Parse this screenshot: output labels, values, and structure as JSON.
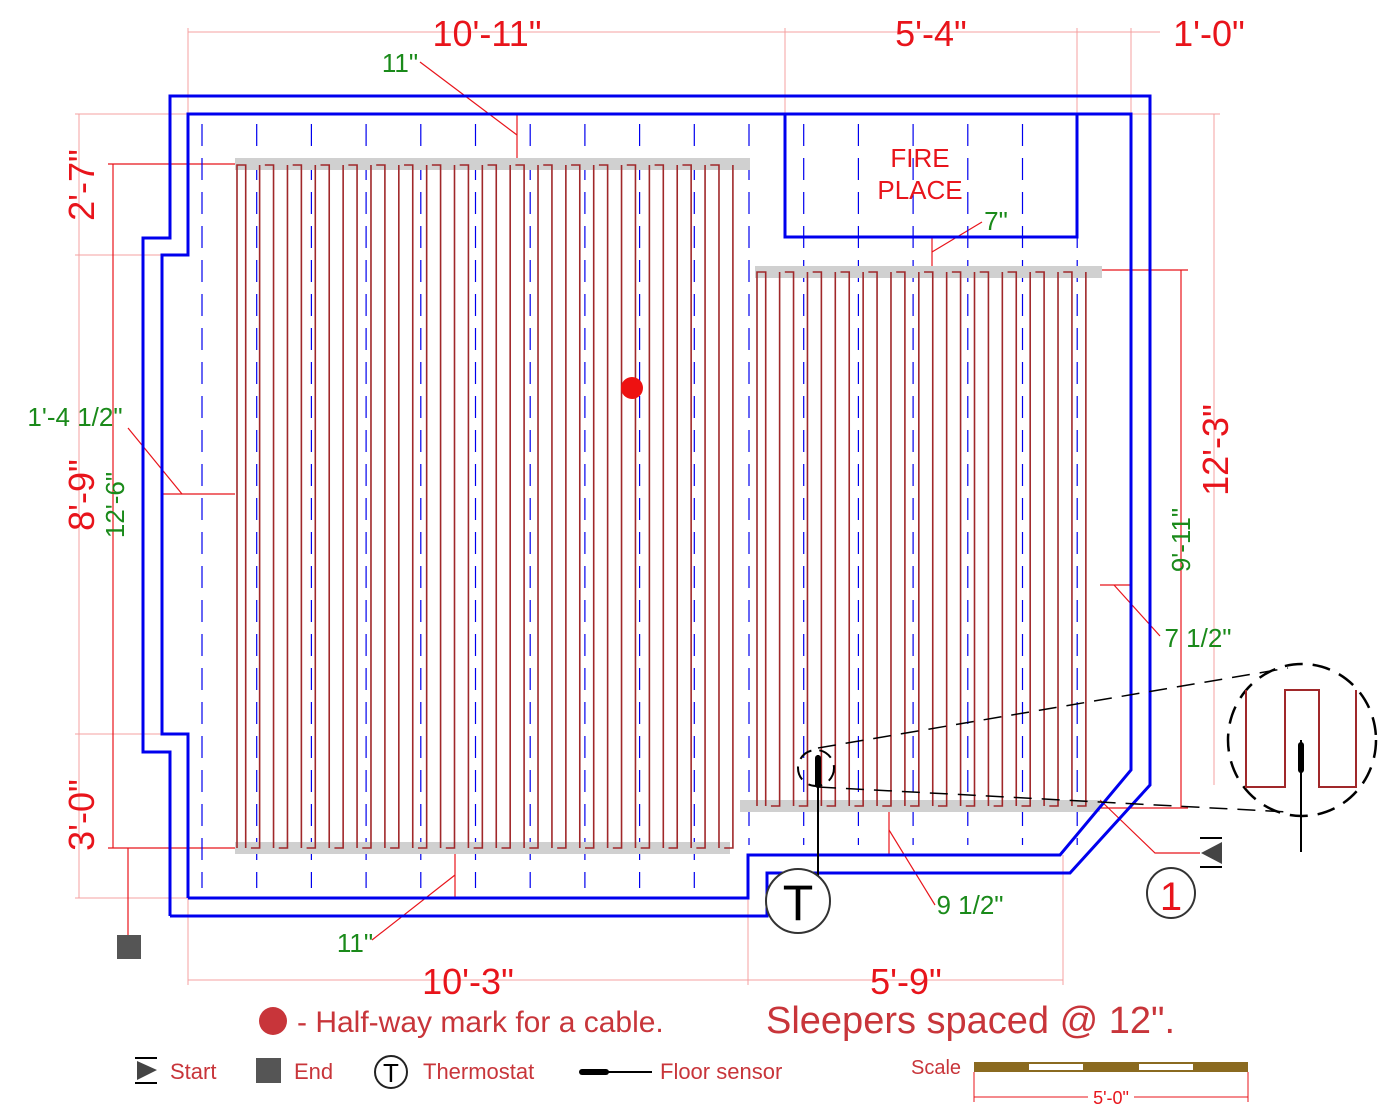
{
  "dimensions": {
    "top_left": "10'-11\"",
    "top_mid": "5'-4\"",
    "top_right": "1'-0\"",
    "bottom_left": "10'-3\"",
    "bottom_right": "5'-9\"",
    "left_top": "2'-7\"",
    "left_mid": "8'-9\"",
    "left_bottom": "3'-0\"",
    "left_cable": "12'-6\"",
    "right_wall": "12'-3\"",
    "right_cable": "9'-11\""
  },
  "offsets": {
    "top_cable": "11\"",
    "bottom_cable": "11\"",
    "left_cable": "1'-4 1/2\"",
    "fireplace_gap": "7\"",
    "right_cable": "7 1/2\"",
    "bottom_right_cable": "9 1/2\""
  },
  "fireplace": {
    "line1": "FIRE",
    "line2": "PLACE"
  },
  "markers": {
    "thermostat": "T",
    "circuit": "1"
  },
  "notes": {
    "halfway": "- Half-way mark for a cable.",
    "sleepers": "Sleepers spaced @ 12\"."
  },
  "legend": {
    "start": "Start",
    "end": "End",
    "thermostat_symbol": "T",
    "thermostat": "Thermostat",
    "floor_sensor": "Floor sensor"
  },
  "scale": {
    "label": "Scale",
    "length": "5'-0\""
  },
  "colors": {
    "wall": "#0000ee",
    "cable": "#a0282a",
    "dim_red": "#e8141b",
    "dim_green": "#1a8a1a",
    "strip": "#d0d0d0",
    "scale_bar": "#8a6a20"
  }
}
